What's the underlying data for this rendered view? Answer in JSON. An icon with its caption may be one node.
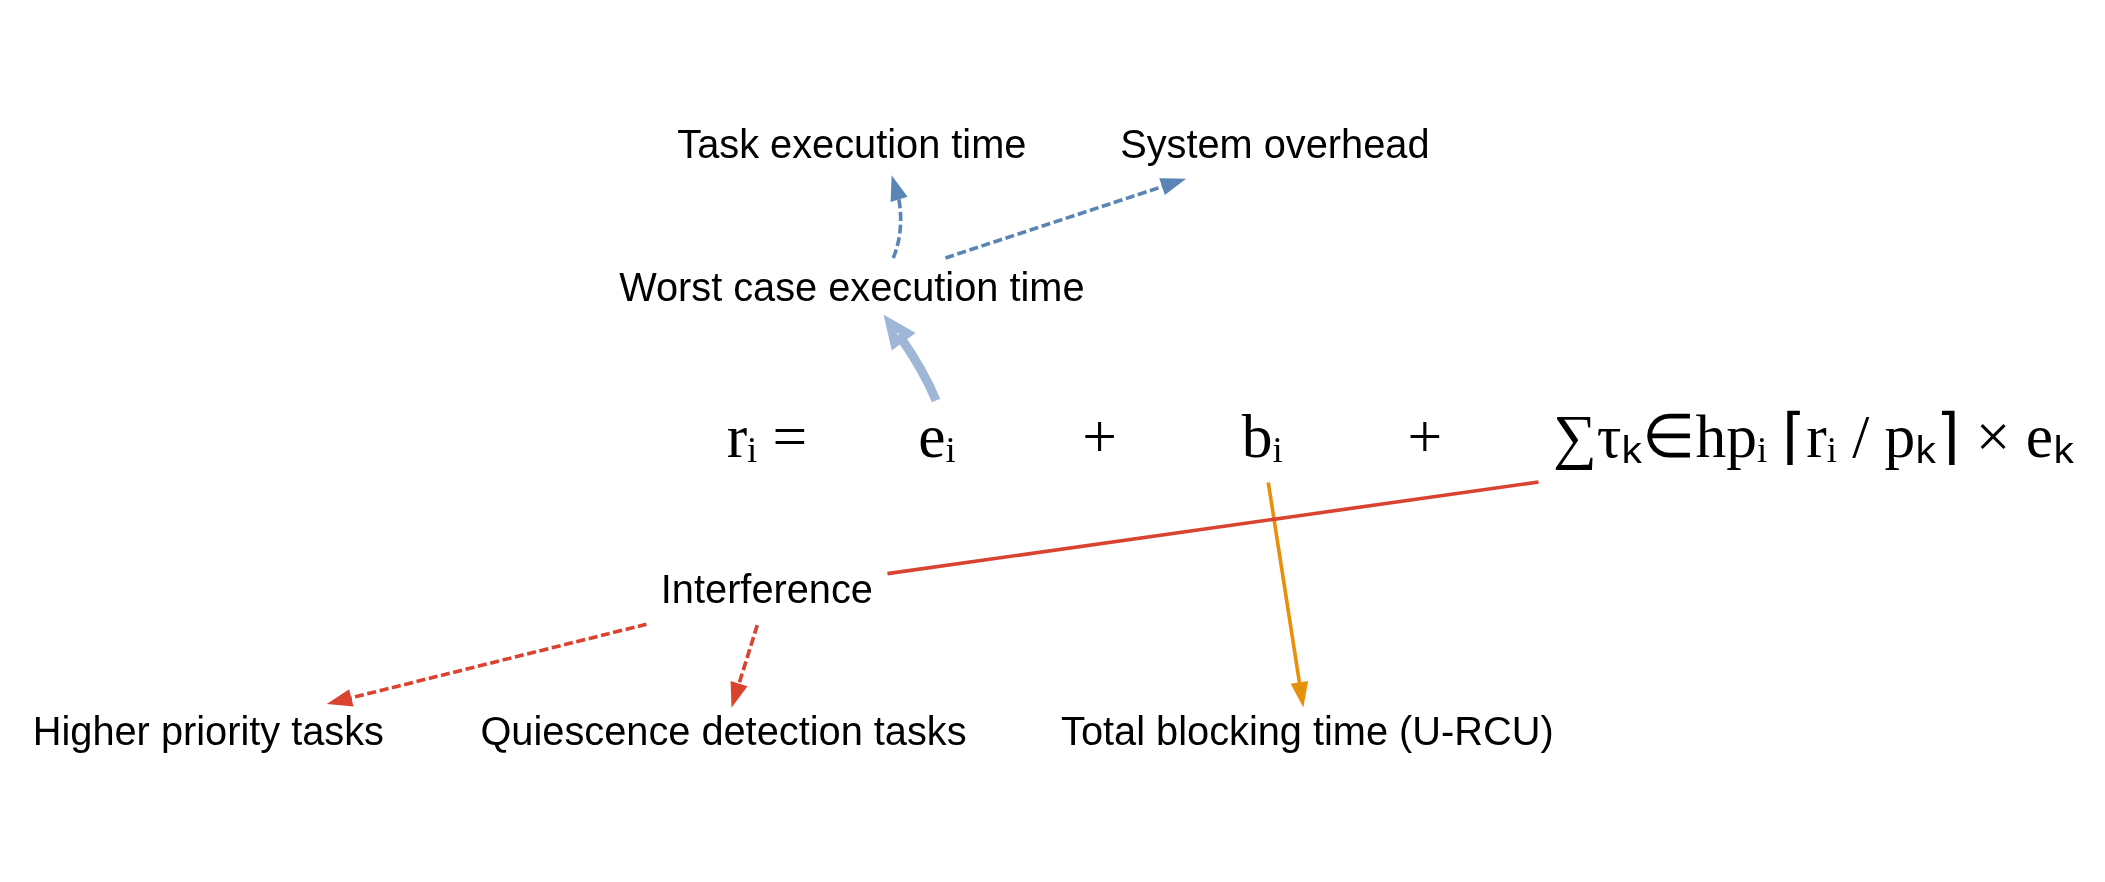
{
  "diagram": {
    "nodes": [
      {
        "text": [
          "Task execution time"
        ]
      },
      {
        "text": [
          "System overhead"
        ]
      },
      {
        "text": [
          "Worst case execution time"
        ]
      },
      {
        "text": [
          "eᵢ"
        ]
      },
      {
        "text": [
          "bᵢ"
        ]
      },
      {
        "text": [
          "∑τₖ∈hpᵢ ⌈rᵢ / pₖ⌉ × eₖ"
        ]
      },
      {
        "text": [
          "Interference"
        ]
      },
      {
        "text": [
          "Total blocking time (U-RCU)"
        ]
      },
      {
        "text": [
          "Higher priority tasks"
        ]
      },
      {
        "text": [
          "Quiescence detection tasks"
        ]
      }
    ],
    "edges": [
      {
        "from": 3,
        "to": 2,
        "arrow": "to",
        "style": "thick",
        "color": "#9fb6d6"
      },
      {
        "from": 2,
        "to": 0,
        "arrow": "to",
        "style": "dashed",
        "color": "#5b85b5"
      },
      {
        "from": 2,
        "to": 1,
        "arrow": "to",
        "style": "dashed",
        "color": "#5b85b5"
      },
      {
        "from": 4,
        "to": 7,
        "arrow": "to",
        "color": "#e8900c"
      },
      {
        "from": 5,
        "to": 6,
        "arrow": "none",
        "color": "#d9432f"
      },
      {
        "from": 6,
        "to": 8,
        "arrow": "to",
        "style": "dashed",
        "color": "#d9432f"
      },
      {
        "from": 6,
        "to": 9,
        "arrow": "to",
        "style": "dashed",
        "color": "#d9432f"
      }
    ],
    "labels": [
      "rᵢ =",
      "+",
      "+"
    ]
  }
}
